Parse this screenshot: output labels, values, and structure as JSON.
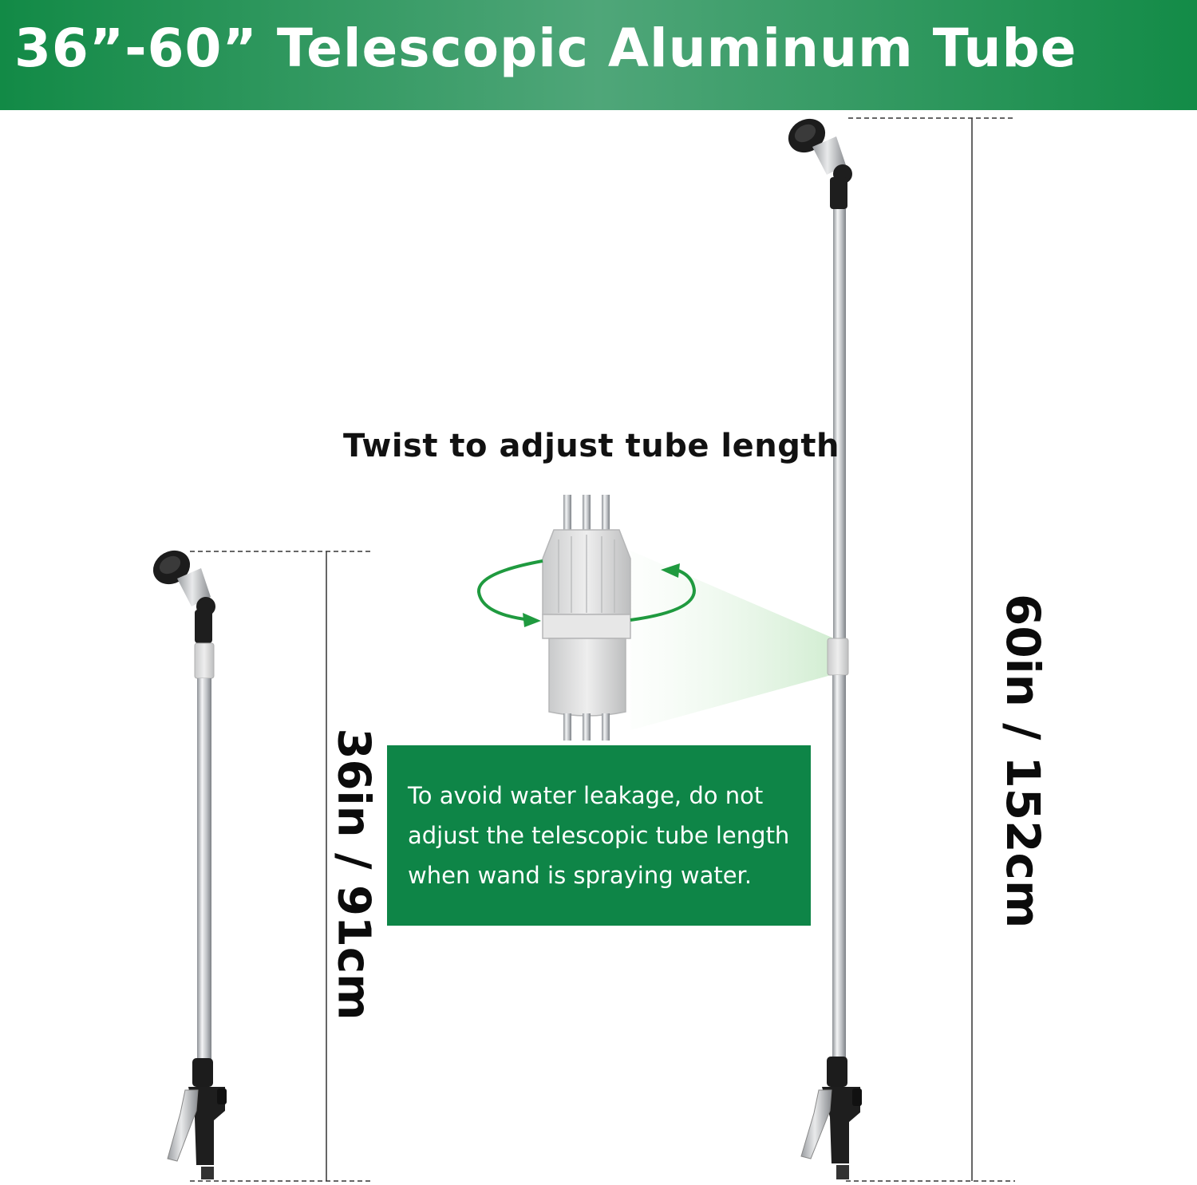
{
  "header": {
    "title": "36”-60” Telescopic Aluminum Tube"
  },
  "twist": {
    "label": "Twist to adjust tube length"
  },
  "warning": {
    "text": "To avoid water leakage, do not adjust the telescopic tube length when wand is spraying water."
  },
  "dimensions": {
    "short": "36in / 91cm",
    "long": "60in / 152cm"
  },
  "colors": {
    "brand_green": "#0e8547",
    "banner_green_light": "#4fa679",
    "arrow_green": "#1f9a3f"
  },
  "icons": [
    "rotate-arrows-icon",
    "spray-nozzle-icon",
    "trigger-handle-icon"
  ]
}
